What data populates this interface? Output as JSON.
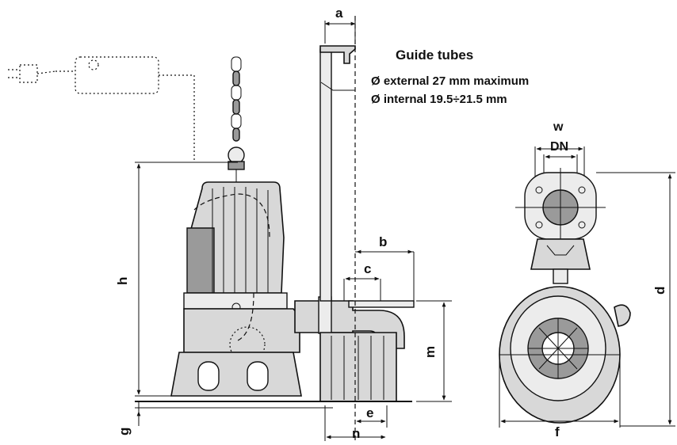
{
  "title": "Guide tubes",
  "spec_external": "Ø external 27 mm maximum",
  "spec_internal": "Ø internal 19.5÷21.5 mm",
  "dimensions": {
    "a": "a",
    "b": "b",
    "c": "c",
    "h": "h",
    "g": "g",
    "m": "m",
    "e": "e",
    "n": "n",
    "w": "w",
    "dn": "DN",
    "d": "d",
    "f": "f"
  },
  "colors": {
    "ink": "#111111",
    "body": "#d8d8d8",
    "shade": "#9a9a9a"
  }
}
